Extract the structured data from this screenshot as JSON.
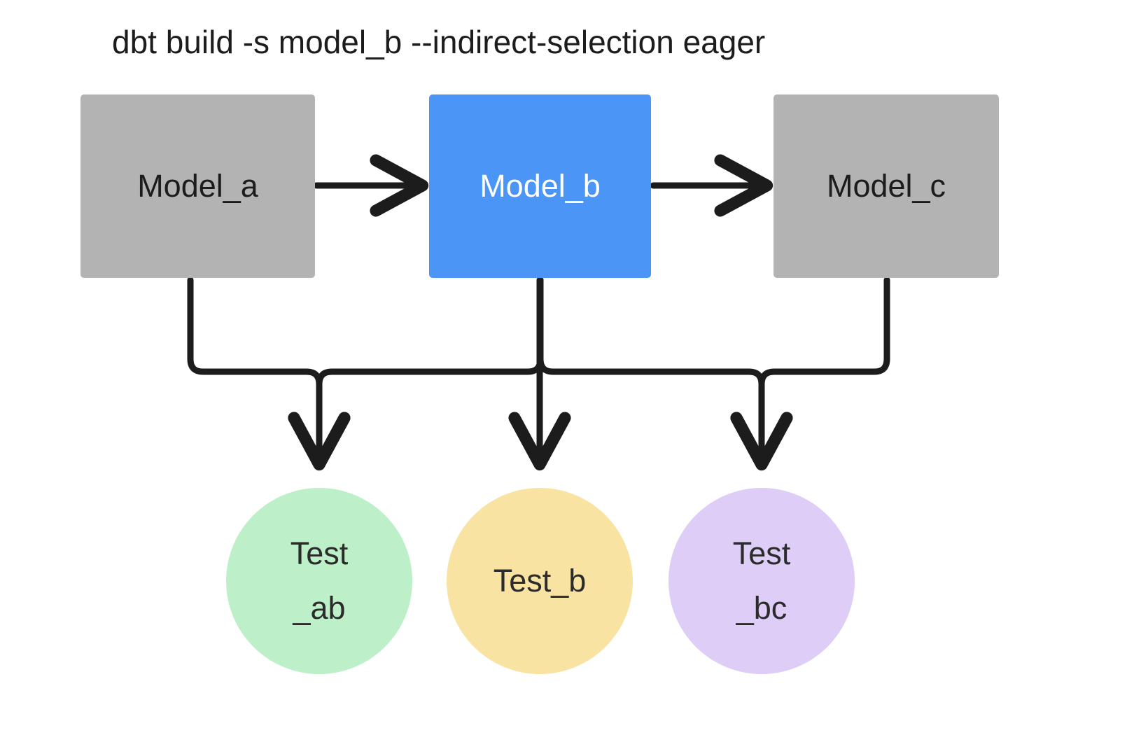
{
  "diagram": {
    "title": "dbt build -s model_b --indirect-selection eager",
    "background": "#ffffff",
    "edge_color": "#1c1c1c",
    "nodes": {
      "model_a": {
        "label": "Model_a",
        "shape": "rectangle",
        "fill": "#b3b3b3",
        "text_color": "#1c1c1c"
      },
      "model_b": {
        "label": "Model_b",
        "shape": "rectangle",
        "fill": "#4a95f5",
        "text_color": "#ffffff"
      },
      "model_c": {
        "label": "Model_c",
        "shape": "rectangle",
        "fill": "#b3b3b3",
        "text_color": "#1c1c1c"
      },
      "test_ab": {
        "label_line1": "Test",
        "label_line2": "_ab",
        "shape": "circle",
        "fill": "#bdf0c8",
        "text_color": "#2b2b2b"
      },
      "test_b": {
        "label_line1": "Test_b",
        "label_line2": "",
        "shape": "circle",
        "fill": "#f9e3a3",
        "text_color": "#2b2b2b"
      },
      "test_bc": {
        "label_line1": "Test",
        "label_line2": "_bc",
        "shape": "circle",
        "fill": "#ddcdf7",
        "text_color": "#2b2b2b"
      }
    },
    "edges": [
      {
        "from": "model_a",
        "to": "model_b",
        "style": "straight-arrow"
      },
      {
        "from": "model_b",
        "to": "model_c",
        "style": "straight-arrow"
      },
      {
        "from": "model_a",
        "to": "test_ab",
        "style": "elbow-arrow"
      },
      {
        "from": "model_b",
        "to": "test_ab",
        "style": "elbow-arrow"
      },
      {
        "from": "model_b",
        "to": "test_b",
        "style": "straight-arrow"
      },
      {
        "from": "model_b",
        "to": "test_bc",
        "style": "elbow-arrow"
      },
      {
        "from": "model_c",
        "to": "test_bc",
        "style": "elbow-arrow"
      }
    ]
  }
}
